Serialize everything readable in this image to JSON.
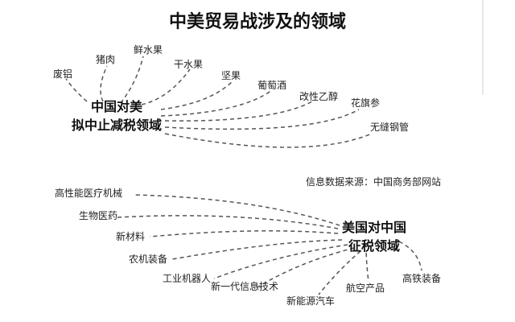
{
  "title": "中美贸易战涉及的领域",
  "source_note": "信息数据来源：中国商务部网站",
  "china_side": {
    "hub_line1": "中国对美",
    "hub_line2": "拟中止减税领域",
    "items": [
      "废铝",
      "猪肉",
      "鲜水果",
      "干水果",
      "坚果",
      "葡萄酒",
      "改性乙醇",
      "花旗参",
      "无缝钢管"
    ]
  },
  "us_side": {
    "hub_line1": "美国对中国",
    "hub_line2": "征税领域",
    "items": [
      "高性能医疗机械",
      "生物医药",
      "新材料",
      "农机装备",
      "工业机器人",
      "新一代信息技术",
      "新能源汽车",
      "航空产品",
      "高铁装备"
    ]
  }
}
